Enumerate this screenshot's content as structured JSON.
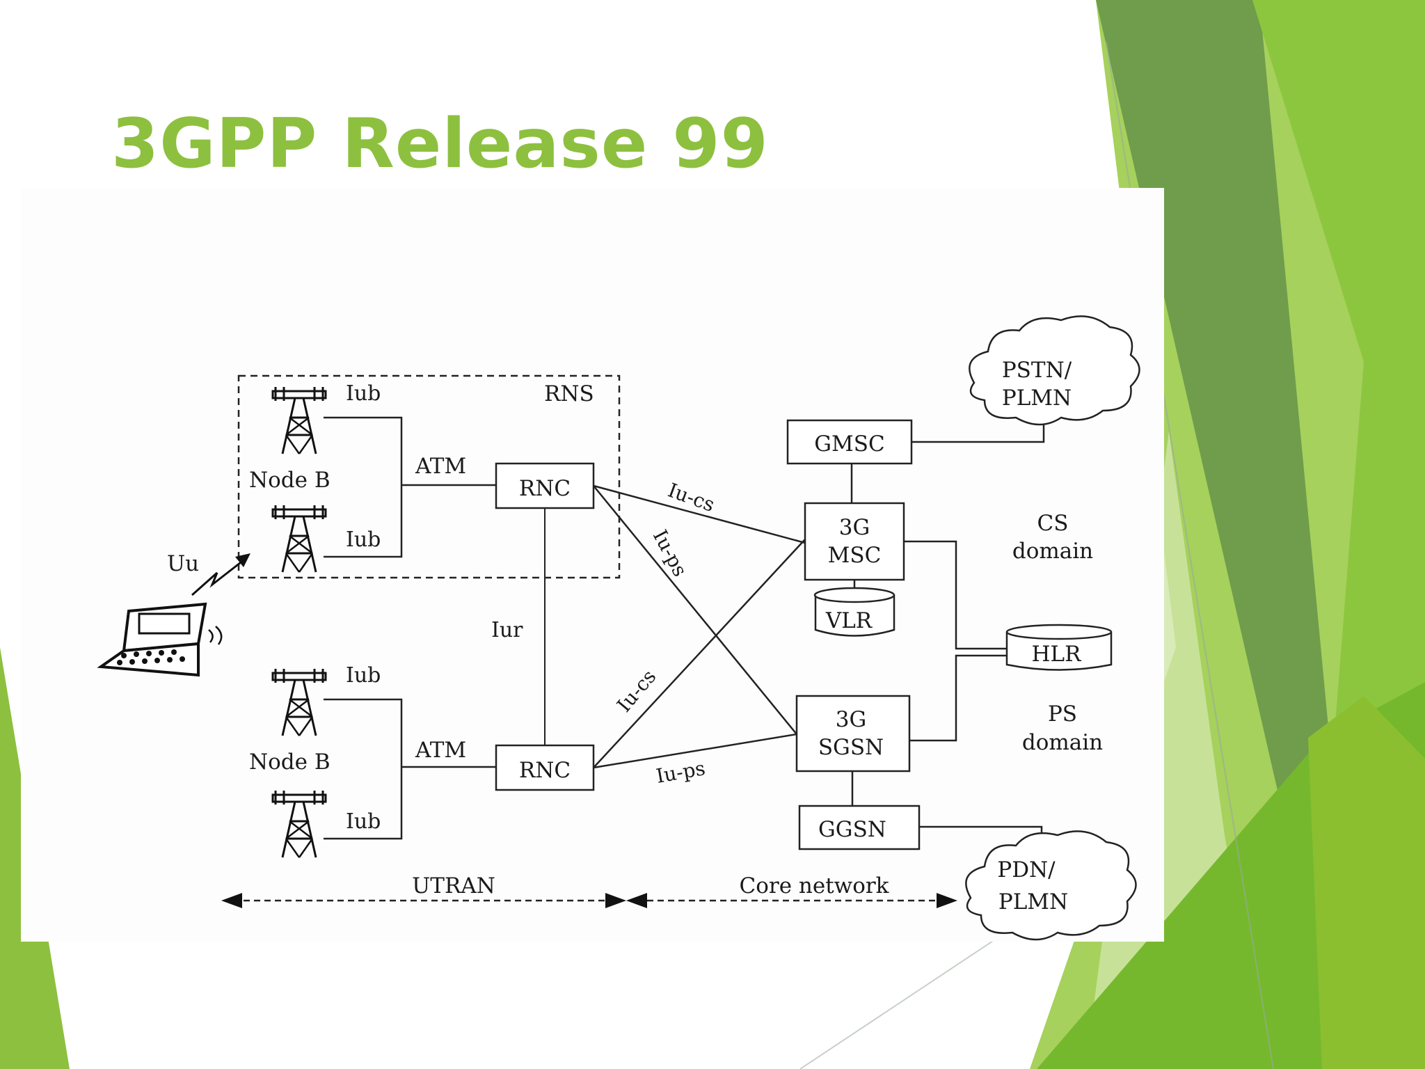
{
  "slide": {
    "title": "3GPP Release 99",
    "colors": {
      "title": "#8dc03f",
      "accent_dark": "#5f9a3a",
      "accent_light": "#a8d05a"
    }
  },
  "diagram": {
    "rns_label": "RNS",
    "iub_label": "Iub",
    "node_b_label": "Node B",
    "atm_label": "ATM",
    "rnc_label": "RNC",
    "uu_label": "Uu",
    "iur_label": "Iur",
    "iu_cs_label": "Iu-cs",
    "iu_ps_label": "Iu-ps",
    "gmsc_label": "GMSC",
    "msc_line1": "3G",
    "msc_line2": "MSC",
    "vlr_label": "VLR",
    "hlr_label": "HLR",
    "sgsn_line1": "3G",
    "sgsn_line2": "SGSN",
    "ggsn_label": "GGSN",
    "pstn_line1": "PSTN/",
    "pstn_line2": "PLMN",
    "pdn_line1": "PDN/",
    "pdn_line2": "PLMN",
    "cs_domain_line1": "CS",
    "cs_domain_line2": "domain",
    "ps_domain_line1": "PS",
    "ps_domain_line2": "domain",
    "utran_label": "UTRAN",
    "core_network_label": "Core network",
    "icons": [
      "antenna-tower-icon",
      "laptop-terminal-icon",
      "cloud-icon",
      "database-cylinder-icon"
    ]
  }
}
